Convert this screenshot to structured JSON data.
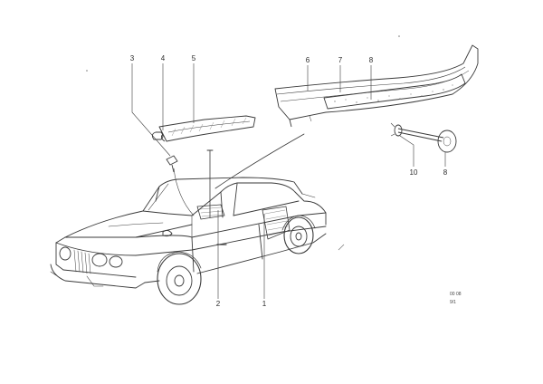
{
  "diagram": {
    "callouts": [
      {
        "id": "c1",
        "label": "1"
      },
      {
        "id": "c2",
        "label": "2"
      },
      {
        "id": "c3",
        "label": "3"
      },
      {
        "id": "c4",
        "label": "4"
      },
      {
        "id": "c5",
        "label": "5"
      },
      {
        "id": "c6",
        "label": "6"
      },
      {
        "id": "c7",
        "label": "7"
      },
      {
        "id": "c8a",
        "label": "8"
      },
      {
        "id": "c8b",
        "label": "8"
      },
      {
        "id": "c10",
        "label": "10"
      }
    ],
    "drawing_code": [
      "00 08",
      "9/1"
    ]
  }
}
